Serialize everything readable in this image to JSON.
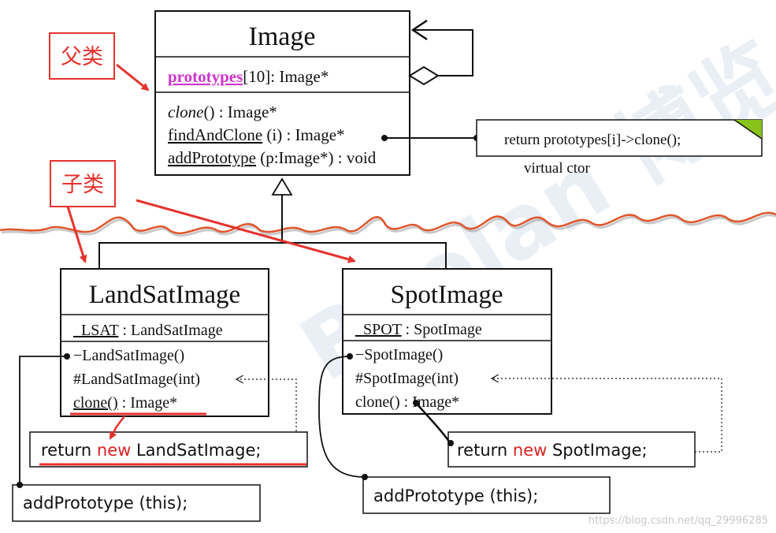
{
  "labels": {
    "parent_class_cn": "父类",
    "child_class_cn": "子类",
    "watermark_logo": "Boolan 博览",
    "footer_url": "https://blog.csdn.net/qq_29996285"
  },
  "image_class": {
    "name": "Image",
    "attr_name": "prototypes",
    "attr_rest": "[10]: Image*",
    "op_clone_name": "clone",
    "op_clone_rest": "() : Image*",
    "op_find_name": "findAndClone",
    "op_find_rest": " (i) : Image*",
    "op_add_name": "addPrototype",
    "op_add_rest": " (p:Image*) : void"
  },
  "virtual_note": {
    "text": "return prototypes[i]->clone();",
    "caption": "virtual ctor"
  },
  "landsat_class": {
    "name": "LandSatImage",
    "attr_name": "_LSAT",
    "attr_rest": " : LandSatImage",
    "op1": "−LandSatImage()",
    "op2": "#LandSatImage(int)",
    "op3_name": "clone()",
    "op3_rest": " : Image*"
  },
  "spot_class": {
    "name": "SpotImage",
    "attr_name": "_SPOT",
    "attr_rest": " : SpotImage",
    "op1": "−SpotImage()",
    "op2": "#SpotImage(int)",
    "op3_name": "clone()",
    "op3_rest": " : Image*"
  },
  "landsat_return": {
    "kw_return": "return ",
    "kw_new": "new",
    "rest": " LandSatImage;"
  },
  "spot_return": {
    "kw_return": "return ",
    "kw_new": "new",
    "rest": " SpotImage;"
  },
  "landsat_addproto": "addPrototype (this);",
  "spot_addproto": "addPrototype (this);",
  "colors": {
    "stroke": "#111111",
    "label_red": "#e5322d",
    "highlight_magenta": "#cc33cc",
    "keyword_red": "#dd2222",
    "wave_orange": "#e0552a",
    "note_corner_green": "#88c21a",
    "watermark_blue": "#dce6f0",
    "footer_gray": "#c8c8c8"
  }
}
